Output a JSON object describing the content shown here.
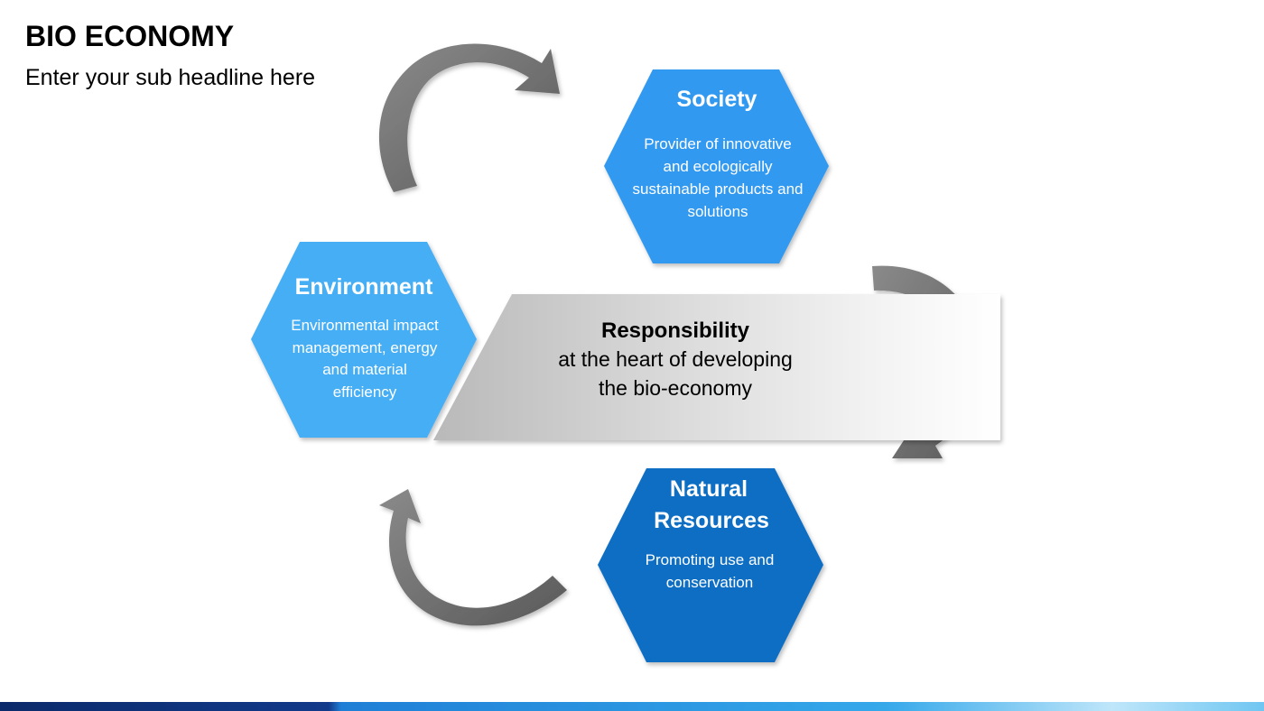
{
  "header": {
    "title": "BIO ECONOMY",
    "subtitle": "Enter your sub headline here"
  },
  "center": {
    "title": "Responsibility",
    "line1": "at the heart of developing",
    "line2": "the bio-economy"
  },
  "hexagons": {
    "society": {
      "title": "Society",
      "desc": [
        "Provider of innovative",
        "and ecologically",
        "sustainable products and",
        "solutions"
      ],
      "color": "#3399f0"
    },
    "environment": {
      "title": "Environment",
      "desc": [
        "Environmental impact",
        "management, energy",
        "and material",
        "efficiency"
      ],
      "color": "#45aef5"
    },
    "natural_resources": {
      "title_line1": "Natural",
      "title_line2": "Resources",
      "desc": [
        "Promoting use and",
        "conservation"
      ],
      "color": "#0a6ec4"
    }
  },
  "arrows": {
    "color": "#6e6e6e",
    "count": 3
  }
}
